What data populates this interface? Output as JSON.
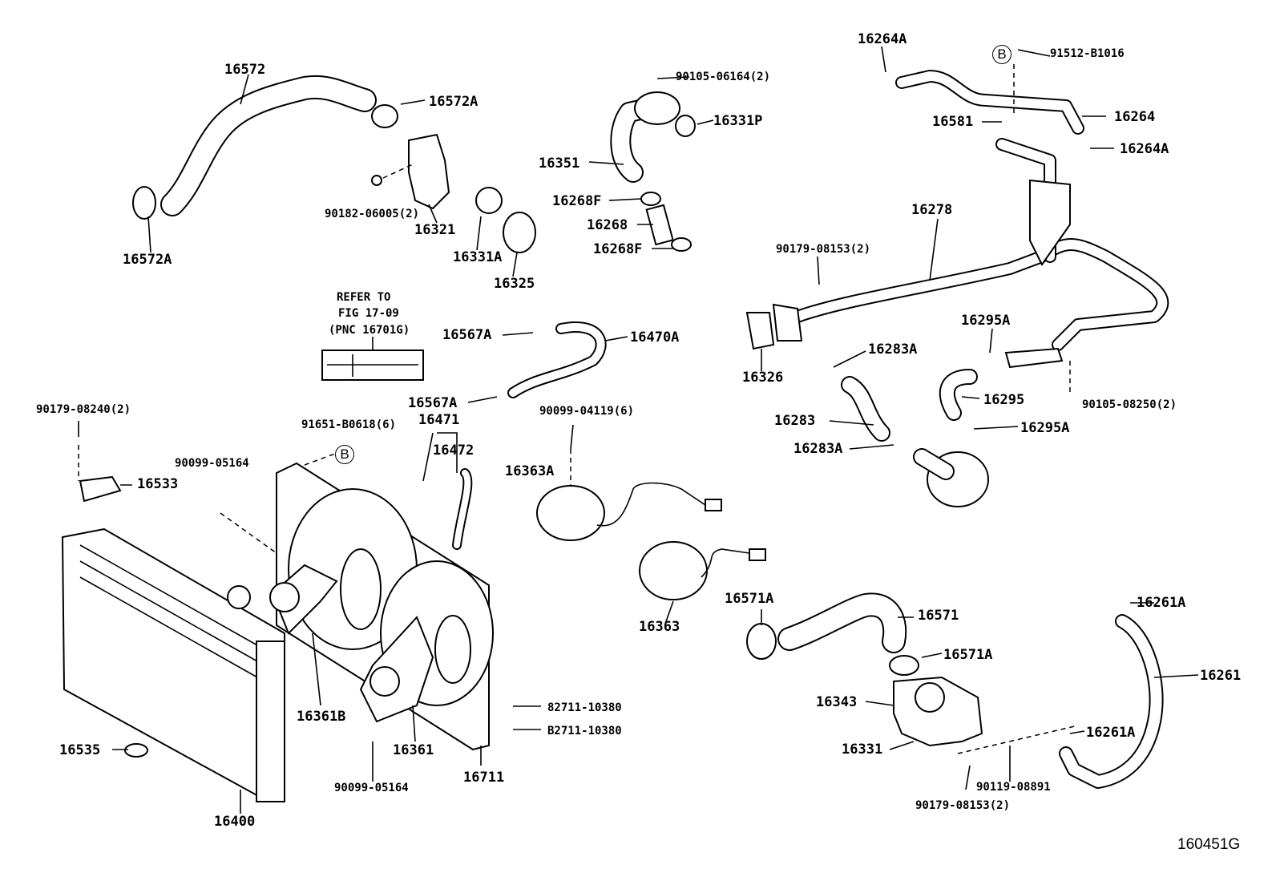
{
  "diagram": {
    "figure_code": "160451G",
    "reference_markers": [
      "B",
      "B"
    ],
    "labels": [
      "16572",
      "16572A",
      "16572A",
      "90182-06005(2)",
      "16321",
      "16331A",
      "16325",
      "90105-06164(2)",
      "16331P",
      "16351",
      "16268F",
      "16268",
      "16268F",
      "16264A",
      "91512-B1016",
      "16264",
      "16581",
      "16264A",
      "16278",
      "90179-08153(2)",
      "16326",
      "16295A",
      "16283A",
      "16295",
      "90105-08250(2)",
      "16283",
      "16295A",
      "16283A",
      "REFER TO",
      "FIG 17-09",
      "(PNC 16701G)",
      "16567A",
      "16470A",
      "16567A",
      "16471",
      "16472",
      "90099-04119(6)",
      "16363A",
      "90179-08240(2)",
      "91651-B0618(6)",
      "90099-05164",
      "16533",
      "16363",
      "16571A",
      "16571",
      "16261A",
      "16571A",
      "16261",
      "16343",
      "82711-10380",
      "B2711-10380",
      "16361B",
      "16331",
      "16261A",
      "16535",
      "16361",
      "16711",
      "90099-05164",
      "90119-08891",
      "90179-08153(2)",
      "16400"
    ]
  }
}
